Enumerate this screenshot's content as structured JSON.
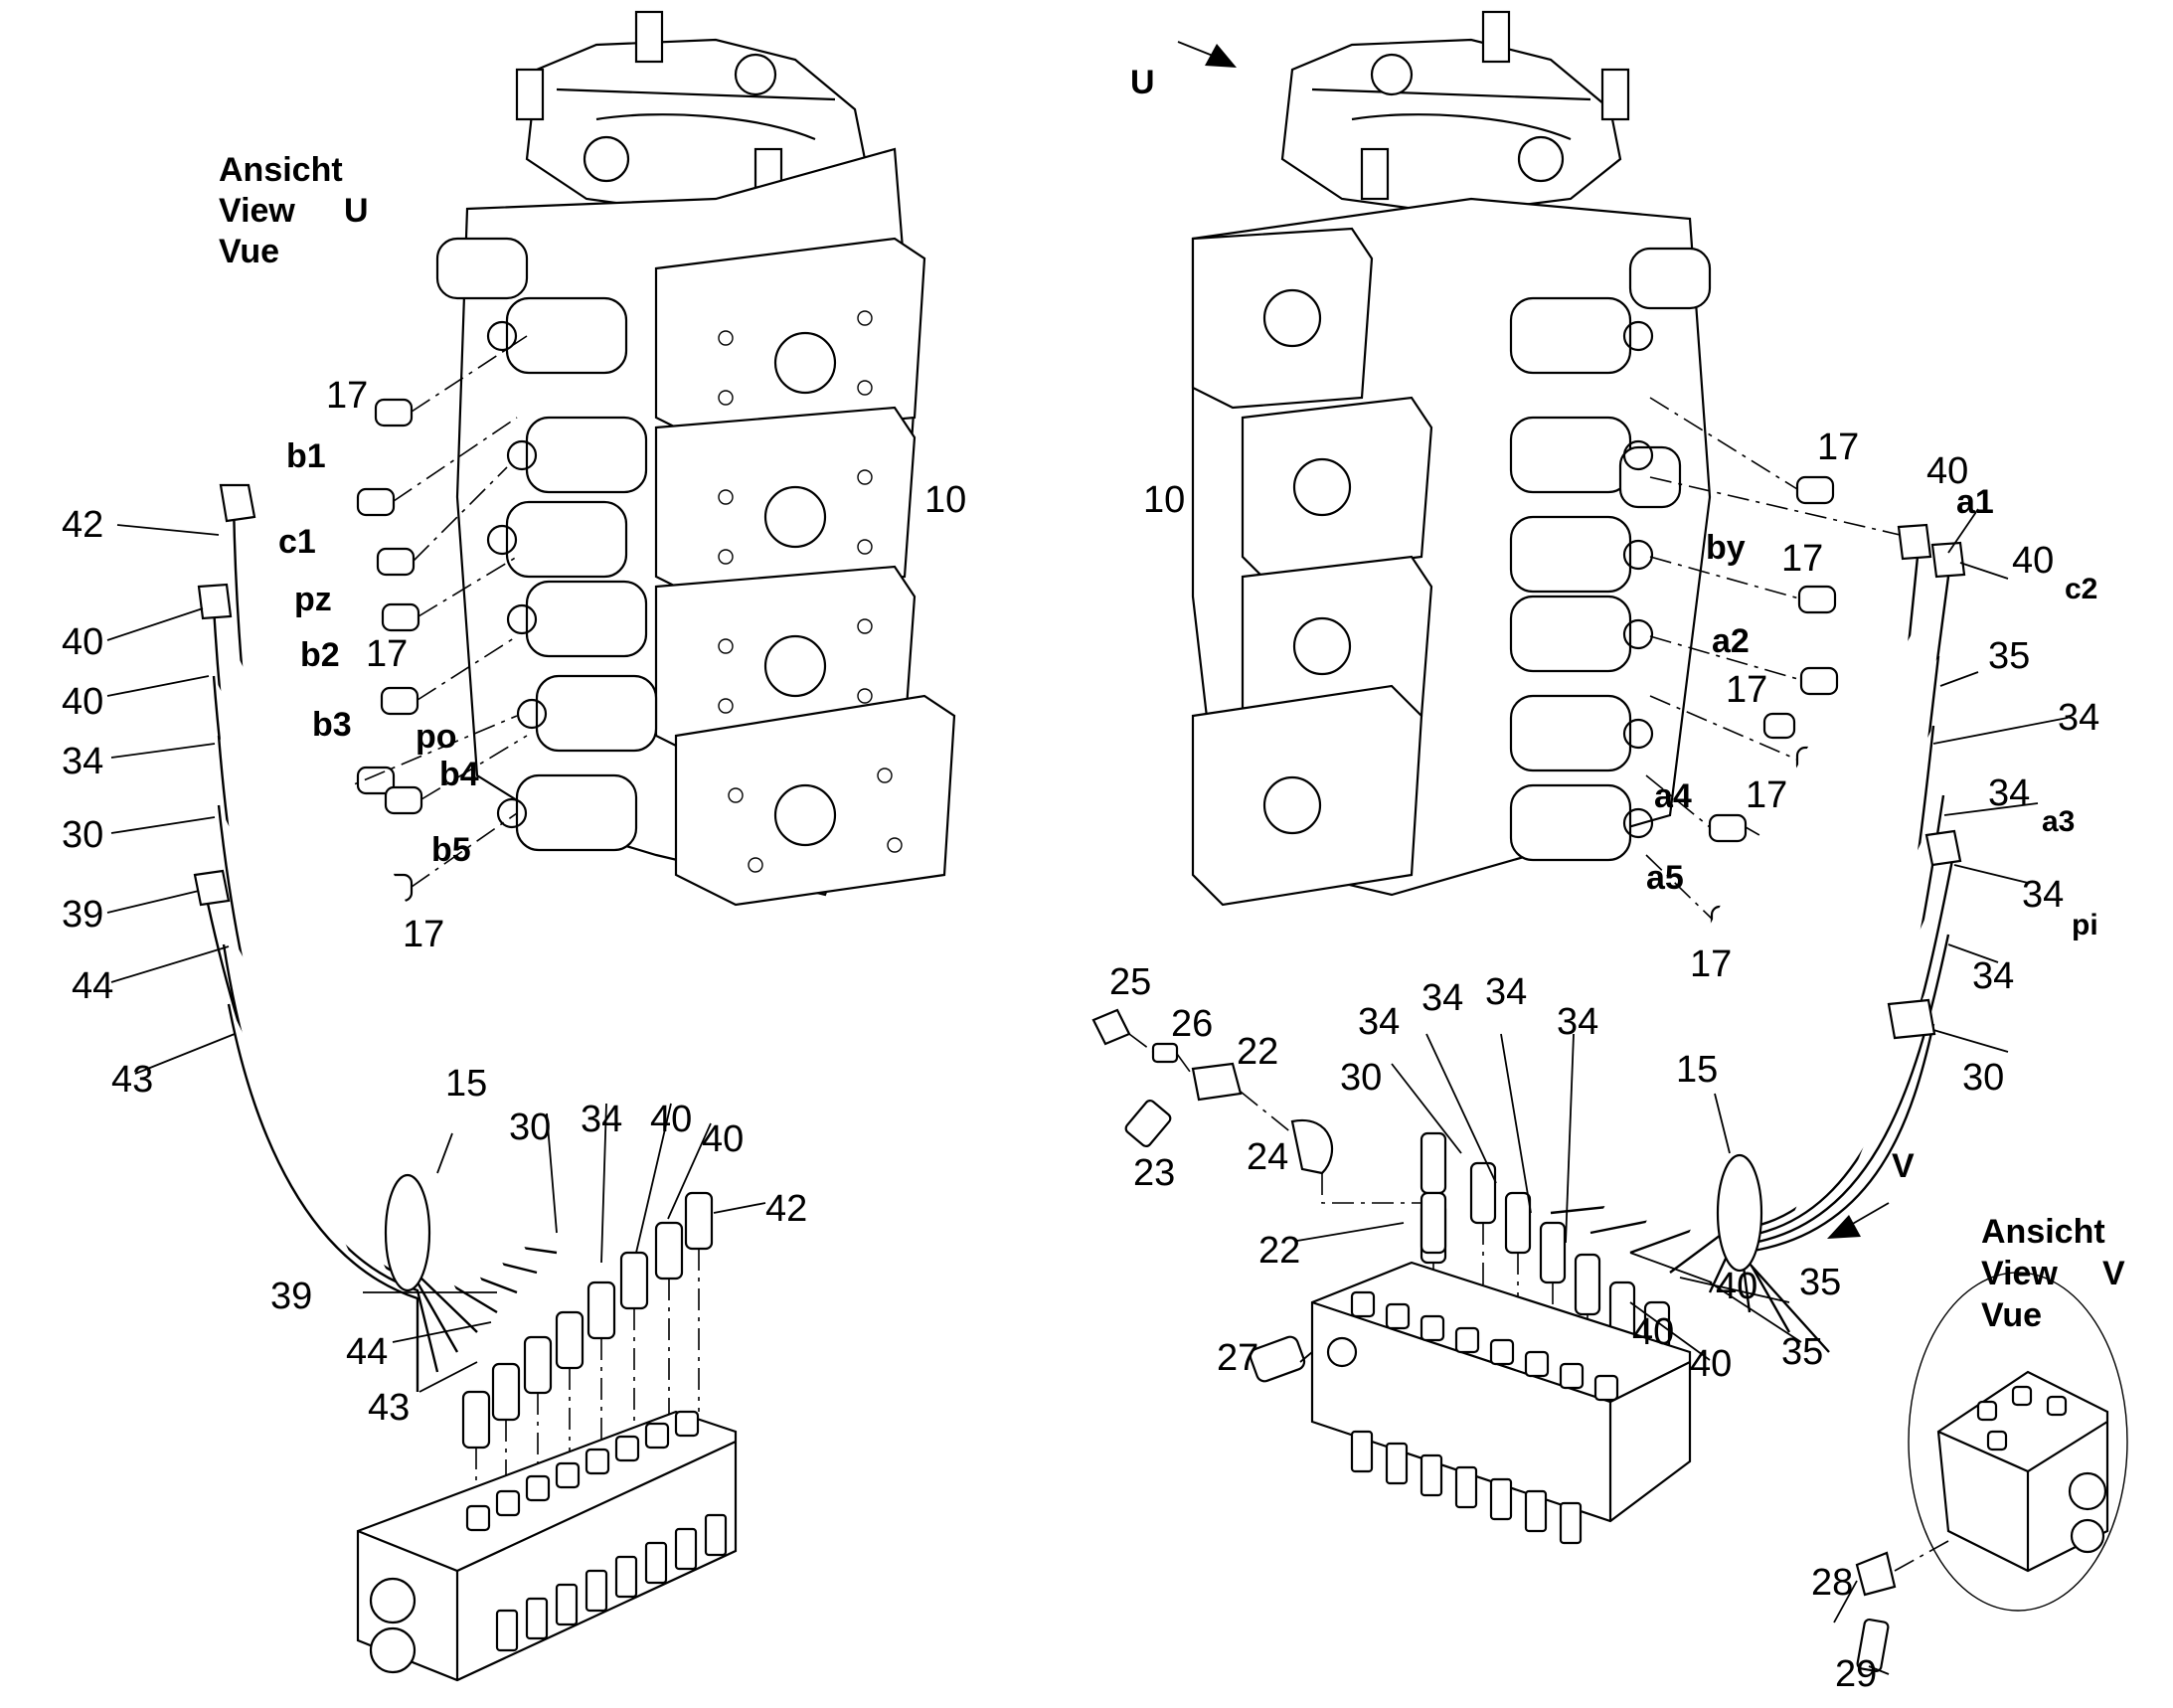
{
  "view_u_caption": {
    "line1": "Ansicht",
    "line2": "View",
    "line3": "Vue",
    "letter": "U"
  },
  "view_v_caption": {
    "line1": "Ansicht",
    "line2": "View",
    "line3": "Vue",
    "letter": "V"
  },
  "arrow_u_letter": "U",
  "arrow_v_letter": "V",
  "left_assembly": {
    "valve_block_ref": "10",
    "port_labels": [
      "b1",
      "c1",
      "pz",
      "b2",
      "b3",
      "po",
      "b4",
      "b5"
    ],
    "fitting_refs": [
      "17",
      "17",
      "17"
    ],
    "hose_refs_left": [
      "42",
      "40",
      "40",
      "34",
      "30",
      "39",
      "44",
      "43"
    ],
    "bundle_ref": "15",
    "hose_refs_bottom": [
      "30",
      "34",
      "40",
      "40",
      "42",
      "39",
      "44",
      "43"
    ]
  },
  "right_assembly": {
    "valve_block_ref": "10",
    "port_labels": [
      "by",
      "a1",
      "c2",
      "a2",
      "a3",
      "a4",
      "pi",
      "a5"
    ],
    "fitting_refs": [
      "17",
      "17",
      "17",
      "17",
      "17"
    ],
    "hose_refs_right": [
      "40",
      "40",
      "35",
      "34",
      "34",
      "34",
      "34",
      "30"
    ],
    "bundle_ref": "15",
    "hose_refs_bottom": [
      "34",
      "34",
      "34",
      "34",
      "30",
      "40",
      "35",
      "40",
      "35",
      "40"
    ],
    "fitting_group_refs": [
      "25",
      "26",
      "22",
      "23",
      "24",
      "22",
      "27"
    ],
    "view_v_refs": [
      "28",
      "29"
    ]
  }
}
